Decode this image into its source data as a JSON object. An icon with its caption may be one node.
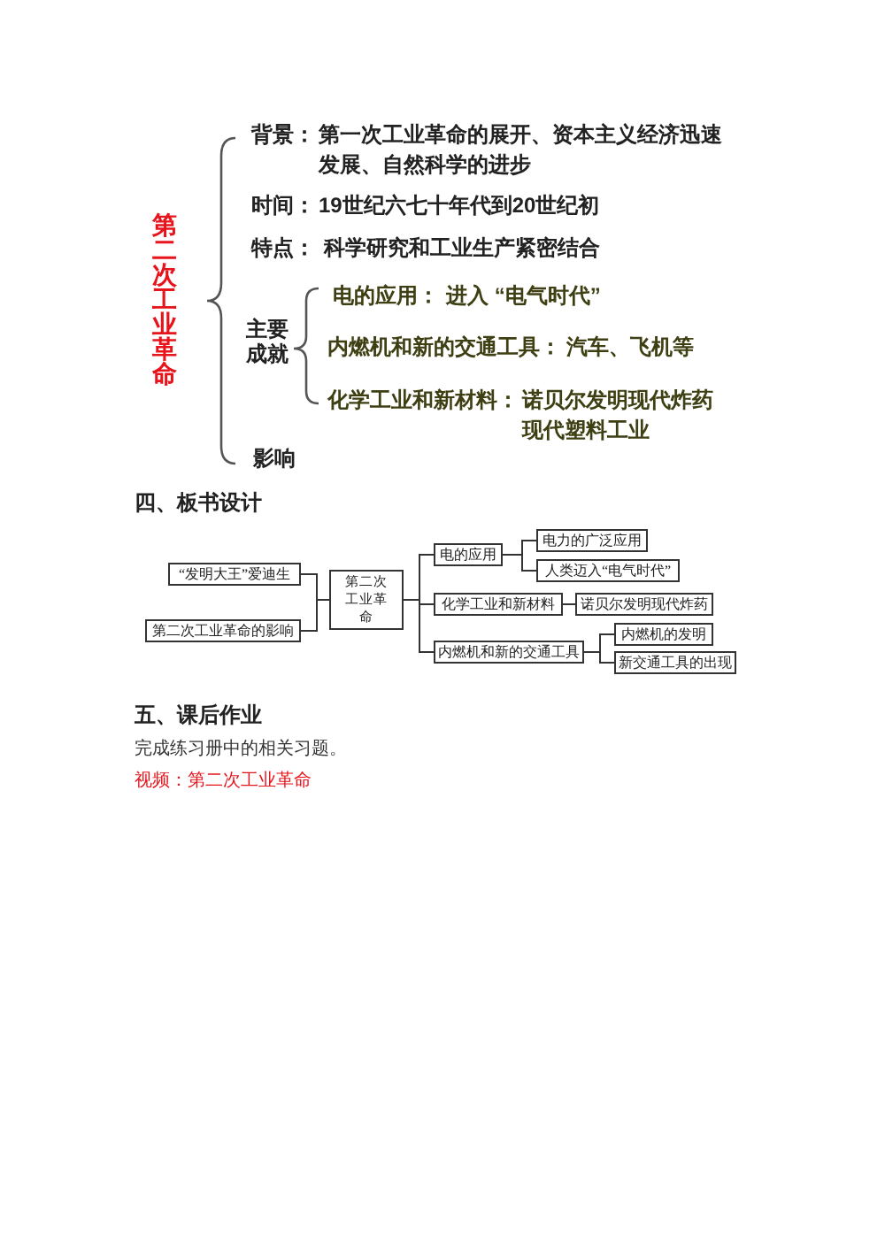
{
  "diagram": {
    "nodes": [
      {
        "text": [
          "“发明大王”爱迪生"
        ]
      },
      {
        "text": [
          "第二次工业革命的影响"
        ]
      },
      {
        "text": [
          "第二次工业革命"
        ]
      },
      {
        "text": [
          "电的应用"
        ]
      },
      {
        "text": [
          "化学工业和新材料"
        ]
      },
      {
        "text": [
          "内燃机和新的交通工具"
        ]
      },
      {
        "text": [
          "电力的广泛应用"
        ]
      },
      {
        "text": [
          "人类迈入“电气时代”"
        ]
      },
      {
        "text": [
          "诺贝尔发明现代炸药"
        ]
      },
      {
        "text": [
          "内燃机的发明"
        ]
      },
      {
        "text": [
          "新交通工具的出现"
        ]
      }
    ],
    "edges": [
      {
        "from": 0,
        "to": 2,
        "arrow": "none"
      },
      {
        "from": 1,
        "to": 2,
        "arrow": "none"
      },
      {
        "from": 2,
        "to": 3,
        "arrow": "none"
      },
      {
        "from": 2,
        "to": 4,
        "arrow": "none"
      },
      {
        "from": 2,
        "to": 5,
        "arrow": "none"
      },
      {
        "from": 3,
        "to": 6,
        "arrow": "none"
      },
      {
        "from": 3,
        "to": 7,
        "arrow": "none"
      },
      {
        "from": 4,
        "to": 8,
        "arrow": "none"
      },
      {
        "from": 5,
        "to": 9,
        "arrow": "none"
      },
      {
        "from": 5,
        "to": 10,
        "arrow": "none"
      }
    ],
    "labels": [
      "第二次工业革命",
      "背景：",
      "第一次工业革命的展开、资本主义经济迅速发展、自然科学的进步",
      "时间：",
      "19世纪六七十年代到20世纪初",
      "特点：",
      "科学研究和工业生产紧密结合",
      "主要成就",
      "电的应用：",
      "进入 “电气时代”",
      "内燃机和新的交通工具：",
      "汽车、飞机等",
      "化学工业和新材料：",
      "诺贝尔发明现代炸药",
      "现代塑料工业",
      "影响",
      "四、板书设计",
      "五、课后作业",
      "完成练习册中的相关习题。",
      "视频：第二次工业革命"
    ]
  }
}
